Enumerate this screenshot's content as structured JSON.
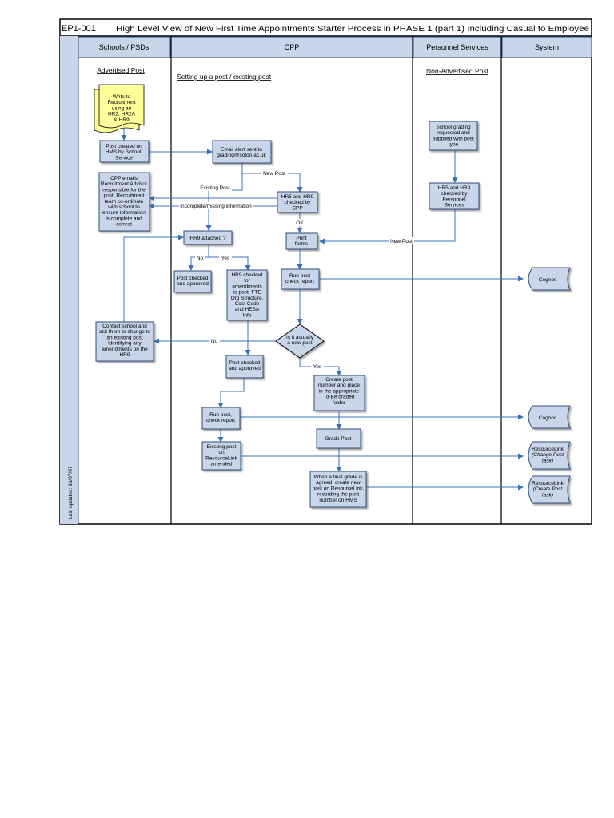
{
  "header": {
    "code": "EP1-001",
    "title": "High Level View of New First Time Appointments Starter Process in PHASE 1 (part 1) Including Casual to Employee"
  },
  "side_note": "Last updated: 16/07/07",
  "lanes": [
    {
      "id": "schools",
      "label": "Schools / PSDs"
    },
    {
      "id": "cpp",
      "label": "CPP"
    },
    {
      "id": "personnel",
      "label": "Personnel Services"
    },
    {
      "id": "system",
      "label": "System"
    }
  ],
  "section_titles": {
    "advertised": "Advertised Post",
    "setting_up": "Setting up a post / existing post",
    "non_advertised": "Non-Advertised Post"
  },
  "nodes": {
    "write_recruitment": [
      "Write to",
      "Recruitment",
      "using an",
      "HR2, HR2A",
      "& HR9"
    ],
    "post_created_hms": [
      "Post created on",
      "HMS by School/",
      "Service"
    ],
    "email_alert": [
      "Email alert sent to",
      "grading@soton.ac.uk"
    ],
    "cpp_emails": [
      "CPP emails",
      "Recruitment Advisor",
      "responsible for the",
      "post. Recruitment",
      "team co-ordinate",
      "with school to",
      "ensure information",
      "is complete and",
      "correct"
    ],
    "hr5_hr9_cpp": [
      "HR5 and HR9",
      "checked by",
      "CPP"
    ],
    "school_grading": [
      "School grading",
      "requested and",
      "supplied with post",
      "type"
    ],
    "hr5_hr9_personnel": [
      "HR5 and HR9",
      "checked by",
      "Personnel",
      "Services"
    ],
    "hr9_attached": [
      "HR9 attached ?"
    ],
    "print_forms": [
      "Print",
      "forms"
    ],
    "post_checked_1": [
      "Post checked",
      "and approved"
    ],
    "hr9_checked_amend": [
      "HR9 checked",
      "for",
      "amendments",
      "to post: FTE",
      "Org Structure,",
      "Cost Code",
      "and HESA",
      "Info"
    ],
    "run_post_check_1": [
      "Run post",
      "check report"
    ],
    "cognos_1": [
      "Cognos"
    ],
    "contact_school": [
      "Contact school and",
      "ask them to change to",
      "an existing post",
      "identifying any",
      "amendments on the",
      "HR9"
    ],
    "is_new_post": [
      "Is it actually",
      "a new post"
    ],
    "post_checked_2": [
      "Post checked",
      "and approved"
    ],
    "create_post_number": [
      "Create post",
      "number and place",
      "in the appropriate",
      "To-Be graded",
      "folder"
    ],
    "run_post_check_2": [
      "Run post,",
      "check report"
    ],
    "cognos_2": [
      "Cognos"
    ],
    "grade_post": [
      "Grade Post"
    ],
    "existing_post_rl": [
      "Existing post",
      "on",
      "ResourceLink",
      "amended"
    ],
    "resourcelink_change": [
      "ResourceLink",
      "(Change Post",
      "task)"
    ],
    "final_grade": [
      "When a final grade is",
      "agreed, create new",
      "post on ResourceLink,",
      "recording the post",
      "number on HMS"
    ],
    "resourcelink_create": [
      "ResourceLink",
      "(Create Post",
      "task)"
    ]
  },
  "edge_labels": {
    "new_post_top": "New Post",
    "existing_post": "Existing Post",
    "incomplete": "Incomplete/missing information",
    "ok": "OK",
    "new_post_personnel": "New Post",
    "no_hr9": "No",
    "yes_hr9": "Yes",
    "no_new_post": "No",
    "yes_new_post": "Yes"
  },
  "colors": {
    "process_fill": "#c9d6ea",
    "process_border": "#2f4e78",
    "header_fill": "#c9d6ea",
    "document_fill": "#ffff99",
    "arrow": "#3c6fb8",
    "frame": "#000000"
  }
}
